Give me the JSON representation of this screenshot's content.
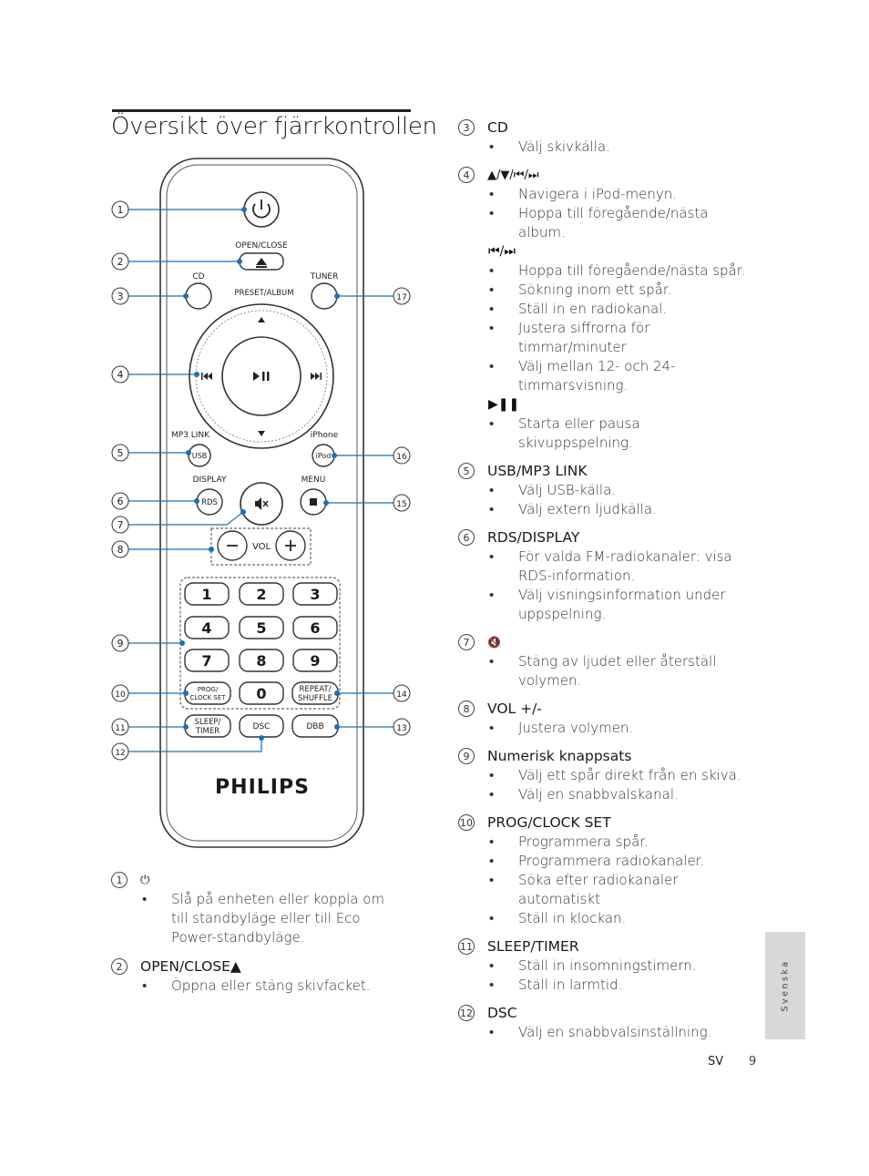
{
  "page_title": "Översikt över fjärrkontrollen",
  "remote": {
    "open_close": "OPEN/CLOSE",
    "cd": "CD",
    "tuner": "TUNER",
    "preset_album": "PRESET/ALBUM",
    "mp3_link": "MP3 LINK",
    "iphone": "iPhone",
    "usb": "USB",
    "ipod": "iPod",
    "display": "DISPLAY",
    "menu": "MENU",
    "rds": "RDS",
    "vol": "VOL",
    "keys": [
      "1",
      "2",
      "3",
      "4",
      "5",
      "6",
      "7",
      "8",
      "9",
      "0"
    ],
    "prog": "PROG/",
    "clock_set": "CLOCK SET",
    "repeat": "REPEAT/",
    "shuffle": "SHUFFLE",
    "sleep": "SLEEP/",
    "timer": "TIMER",
    "dsc": "DSC",
    "dbb": "DBB",
    "brand": "PHILIPS",
    "callouts": [
      "1",
      "2",
      "3",
      "4",
      "5",
      "6",
      "7",
      "8",
      "9",
      "10",
      "11",
      "12",
      "13",
      "14",
      "15",
      "16",
      "17"
    ]
  },
  "left_sections": [
    {
      "num": "1",
      "head": "⏻",
      "bullets": [
        "Slå på enheten eller koppla om till standbyläge eller till Eco Power-standbyläge."
      ]
    },
    {
      "num": "2",
      "head": "OPEN/CLOSE▲",
      "bullets": [
        "Öppna eller stäng skivfacket."
      ]
    }
  ],
  "right_sections": {
    "s3": {
      "num": "3",
      "head": "CD",
      "bullets": [
        "Välj skivkälla."
      ]
    },
    "s4": {
      "num": "4",
      "head": "▲/▼/⏮/⏭",
      "bullets_a": [
        "Navigera i iPod-menyn.",
        "Hoppa till föregående/nästa album."
      ],
      "sub1": "⏮/⏭",
      "bullets_b": [
        "Hoppa till föregående/nästa spår.",
        "Sökning inom ett spår.",
        "Ställ in en radiokanal.",
        "Justera siffrorna för timmar/minuter",
        "Välj mellan 12- och 24-timmarsvisning."
      ],
      "sub2": "▶❚❚",
      "bullets_c": [
        "Starta eller pausa skivuppspelning."
      ]
    },
    "s5": {
      "num": "5",
      "head": "USB/MP3 LINK",
      "bullets": [
        "Välj USB-källa.",
        "Välj extern ljudkälla."
      ]
    },
    "s6": {
      "num": "6",
      "head": "RDS/DISPLAY",
      "bullets": [
        "För valda FM-radiokanaler: visa RDS-information.",
        "Välj visningsinformation under uppspelning."
      ]
    },
    "s7": {
      "num": "7",
      "head": "🔇",
      "bullets": [
        "Stäng av ljudet eller återställ volymen."
      ]
    },
    "s8": {
      "num": "8",
      "head": "VOL +/-",
      "bullets": [
        "Justera volymen."
      ]
    },
    "s9": {
      "num": "9",
      "head": "Numerisk knappsats",
      "bullets": [
        "Välj ett spår direkt från en skiva.",
        "Välj en snabbvalskanal."
      ]
    },
    "s10": {
      "num": "10",
      "head": "PROG/CLOCK SET",
      "bullets": [
        "Programmera spår.",
        "Programmera radiokanaler.",
        "Söka efter radiokanaler automatiskt",
        "Ställ in klockan."
      ]
    },
    "s11": {
      "num": "11",
      "head": "SLEEP/TIMER",
      "bullets": [
        "Ställ in insomningstimern.",
        "Ställ in larmtid."
      ]
    },
    "s12": {
      "num": "12",
      "head": "DSC",
      "bullets": [
        "Välj en snabbvalsinställning."
      ]
    }
  },
  "language_tab": "Svenska",
  "footer": {
    "lang": "SV",
    "page": "9"
  }
}
